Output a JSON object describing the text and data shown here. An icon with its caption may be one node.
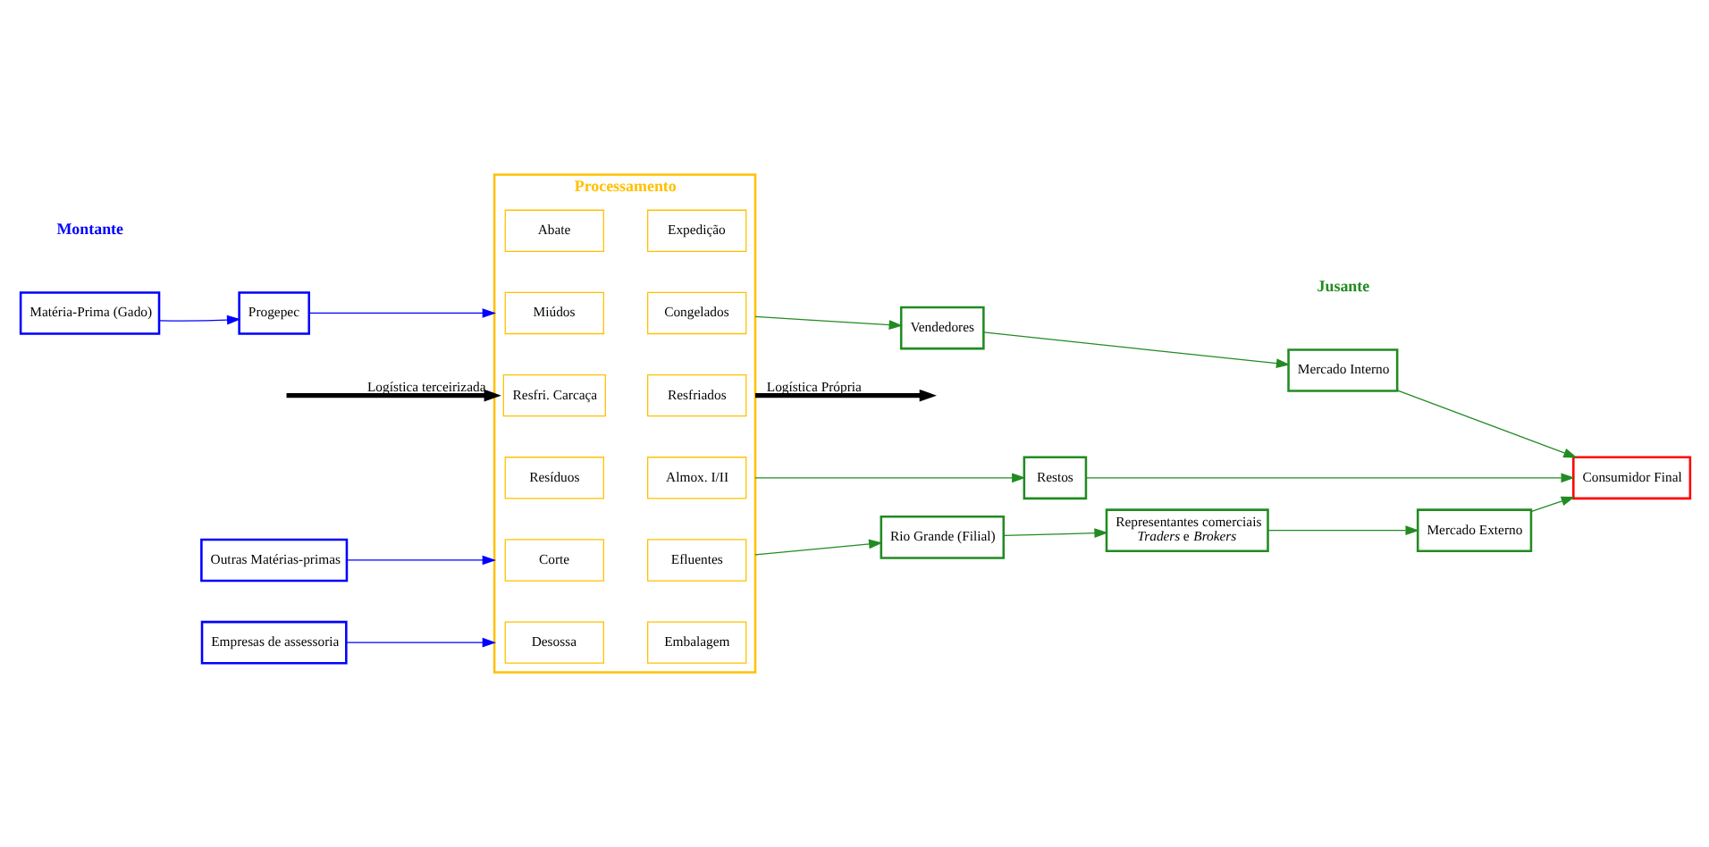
{
  "diagram": {
    "nodes": [
      {
        "text": [
          "Matéria-Prima (Gado)"
        ]
      },
      {
        "text": [
          "Progepec"
        ]
      },
      {
        "text": [
          "Outras Matérias-primas"
        ]
      },
      {
        "text": [
          "Empresas de assessoria"
        ]
      },
      {
        "text": [
          "Processamento"
        ]
      },
      {
        "text": [
          "Abate"
        ],
        "in": 4
      },
      {
        "text": [
          "Expedição"
        ],
        "in": 4
      },
      {
        "text": [
          "Miúdos"
        ],
        "in": 4
      },
      {
        "text": [
          "Congelados"
        ],
        "in": 4
      },
      {
        "text": [
          "Resfri. Carcaça"
        ],
        "in": 4
      },
      {
        "text": [
          "Resfriados"
        ],
        "in": 4
      },
      {
        "text": [
          "Resíduos"
        ],
        "in": 4
      },
      {
        "text": [
          "Almox. I/II"
        ],
        "in": 4
      },
      {
        "text": [
          "Corte"
        ],
        "in": 4
      },
      {
        "text": [
          "Efluentes"
        ],
        "in": 4
      },
      {
        "text": [
          "Desossa"
        ],
        "in": 4
      },
      {
        "text": [
          "Embalagem"
        ],
        "in": 4
      },
      {
        "text": [
          "Vendedores"
        ]
      },
      {
        "text": [
          "Mercado Interno"
        ]
      },
      {
        "text": [
          "Consumidor Final"
        ]
      },
      {
        "text": [
          "Restos"
        ]
      },
      {
        "text": [
          "Rio Grande (Filial)"
        ]
      },
      {
        "text": [
          "Representantes comerciais *Traders* e *Brokers*"
        ]
      },
      {
        "text": [
          "Mercado Externo"
        ]
      }
    ],
    "edges": [
      {
        "from": 0,
        "to": 1,
        "arrow": "to",
        "color": "#0000ff"
      },
      {
        "from": 1,
        "to": 4,
        "arrow": "to",
        "color": "#0000ff"
      },
      {
        "from": null,
        "to": 4,
        "arrow": "to",
        "label": "Logística terceirizada",
        "style": "thick",
        "color": "#000000"
      },
      {
        "from": 2,
        "to": 4,
        "arrow": "to",
        "color": "#0000ff"
      },
      {
        "from": 3,
        "to": 4,
        "arrow": "to",
        "color": "#0000ff"
      },
      {
        "from": 4,
        "to": 17,
        "arrow": "to"
      },
      {
        "from": 17,
        "to": 18,
        "arrow": "to"
      },
      {
        "from": 18,
        "to": 19,
        "arrow": "to"
      },
      {
        "from": 4,
        "to": null,
        "arrow": "to",
        "label": "Logística Própria",
        "style": "thick",
        "color": "#000000"
      },
      {
        "from": 4,
        "to": 20,
        "arrow": "to"
      },
      {
        "from": 20,
        "to": 19,
        "arrow": "to"
      },
      {
        "from": 4,
        "to": 21,
        "arrow": "to"
      },
      {
        "from": 21,
        "to": 22,
        "arrow": "to"
      },
      {
        "from": 22,
        "to": 23,
        "arrow": "to"
      },
      {
        "from": 23,
        "to": 19,
        "arrow": "to"
      }
    ],
    "labels": [
      "Montante",
      "Jusante"
    ]
  }
}
